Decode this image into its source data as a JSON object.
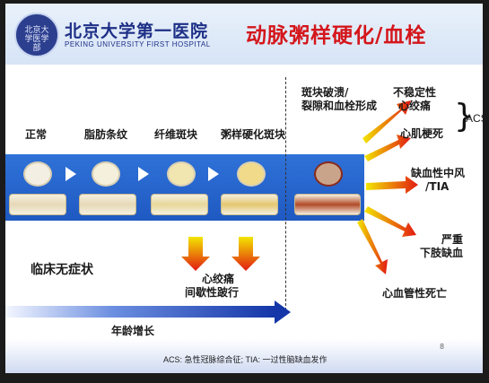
{
  "header": {
    "logo_text": "北京大学医学部",
    "hospital_cn": "北京大学第一医院",
    "hospital_en": "PEKING UNIVERSITY FIRST HOSPITAL",
    "title": "动脉粥样硬化/血栓"
  },
  "stages": [
    {
      "label": "正常"
    },
    {
      "label": "脂肪条纹"
    },
    {
      "label": "纤维斑块"
    },
    {
      "label": "粥样硬化斑块"
    },
    {
      "label": "斑块破溃/\n裂隙和血栓形成"
    }
  ],
  "left_text": "临床无症状",
  "chronic_outcome": {
    "line1": "心绞痛",
    "line2": "间歇性跛行"
  },
  "age_label": "年龄增长",
  "outcomes": [
    {
      "line1": "不稳定性",
      "line2": "心绞痛"
    },
    {
      "line1": "心肌梗死",
      "line2": ""
    },
    {
      "line1": "缺血性中风",
      "line2": "/TIA"
    },
    {
      "line1": "严重",
      "line2": "下肢缺血"
    },
    {
      "line1": "心血管性死亡",
      "line2": ""
    }
  ],
  "acs_label": "ACS",
  "footnote": "ACS: 急性冠脉综合征; TIA: 一过性脑缺血发作",
  "page_number": "8",
  "colors": {
    "title": "#d4161b",
    "band": "#2266cc",
    "arrow_start": "#f2e600",
    "arrow_end": "#e21a12"
  }
}
